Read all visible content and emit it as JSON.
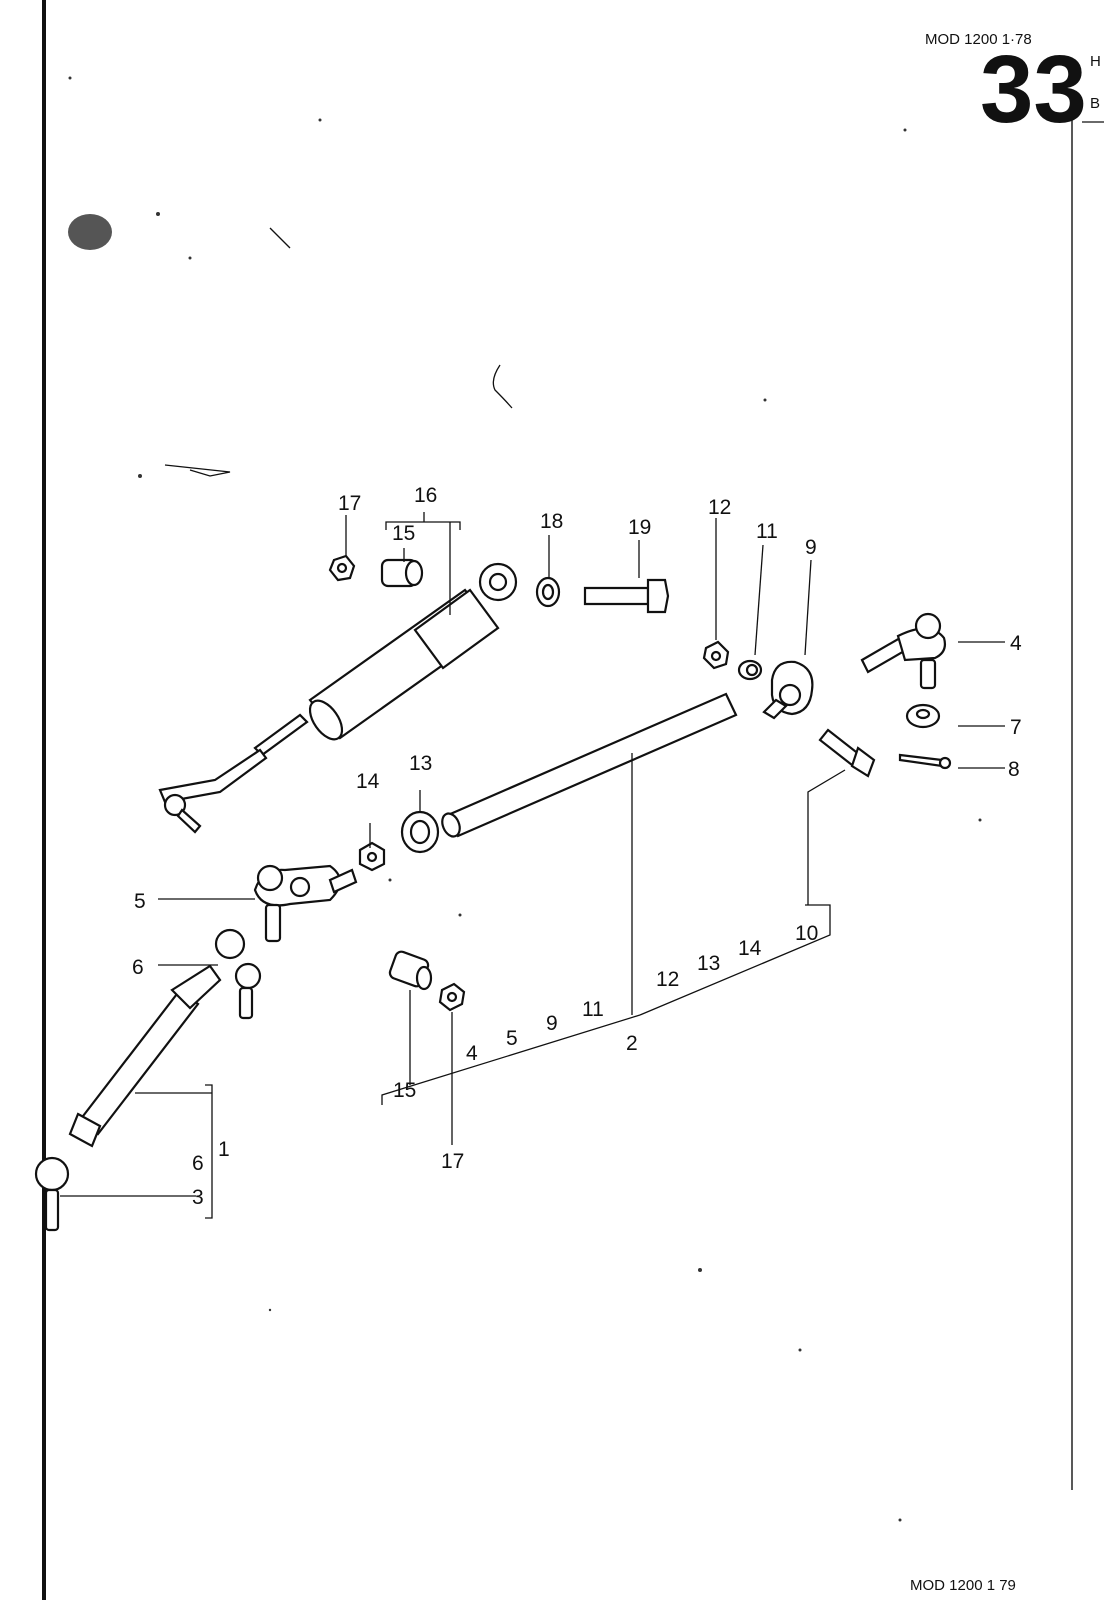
{
  "header": {
    "model_top": "MOD 1200  1·78",
    "page_number": "33"
  },
  "footer": {
    "model_bottom": "MOD 1200  1 79"
  },
  "edge_marks": {
    "top": "H",
    "middle": "B"
  },
  "callouts": {
    "c1": "1",
    "c2": "2",
    "c3": "3",
    "c4": "4",
    "c5": "5",
    "c6": "6",
    "c7": "7",
    "c8": "8",
    "c9": "9",
    "c10": "10",
    "c11": "11",
    "c12": "12",
    "c13": "13",
    "c14": "14",
    "c15": "15",
    "c16": "16",
    "c17": "17",
    "c18": "18",
    "c19": "19"
  },
  "kit_labels": {
    "k4": "4",
    "k5": "5",
    "k9": "9",
    "k11": "11",
    "k12": "12",
    "k13": "13",
    "k14": "14",
    "k2": "2",
    "k15": "15",
    "k17": "17",
    "k6": "6"
  }
}
